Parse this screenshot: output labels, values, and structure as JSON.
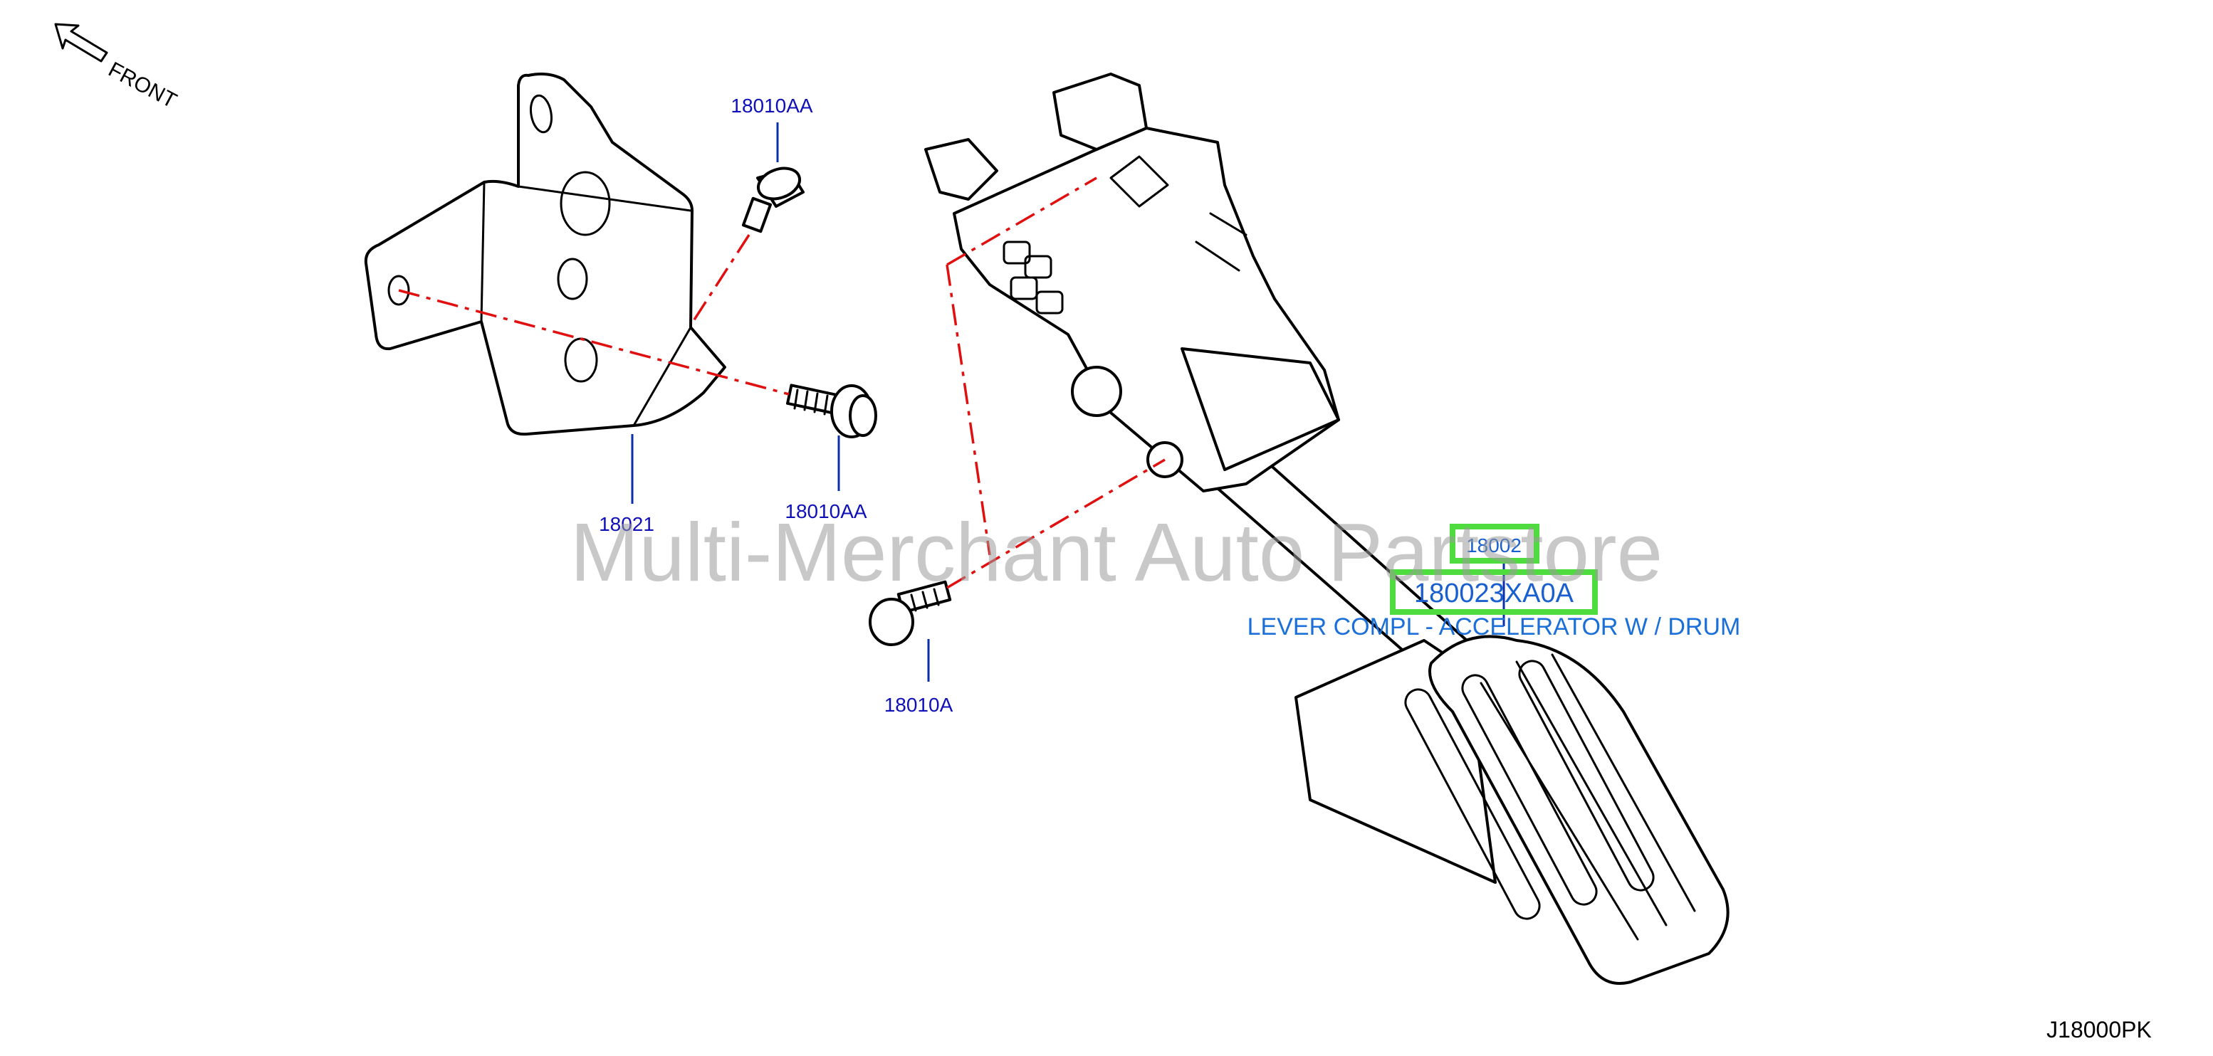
{
  "orientation": {
    "label": "FRONT",
    "icon": "arrow-up-left-icon"
  },
  "callouts": {
    "bolt_top": "18010AA",
    "bolt_right": "18010AA",
    "bolt_lower": "18010A",
    "bracket": "18021",
    "pedal": "18002"
  },
  "highlight": {
    "part_number": "180023XA0A",
    "description": "LEVER COMPL - ACCELERATOR W / DRUM"
  },
  "watermark": "Multi-Merchant Auto Partstore",
  "diagram_code": "J18000PK",
  "colors": {
    "callout": "#1010b8",
    "description": "#1a6fd8",
    "highlight_box": "#4fdc3f",
    "phantom_line": "#e01010",
    "watermark": "#9a9a9a"
  }
}
